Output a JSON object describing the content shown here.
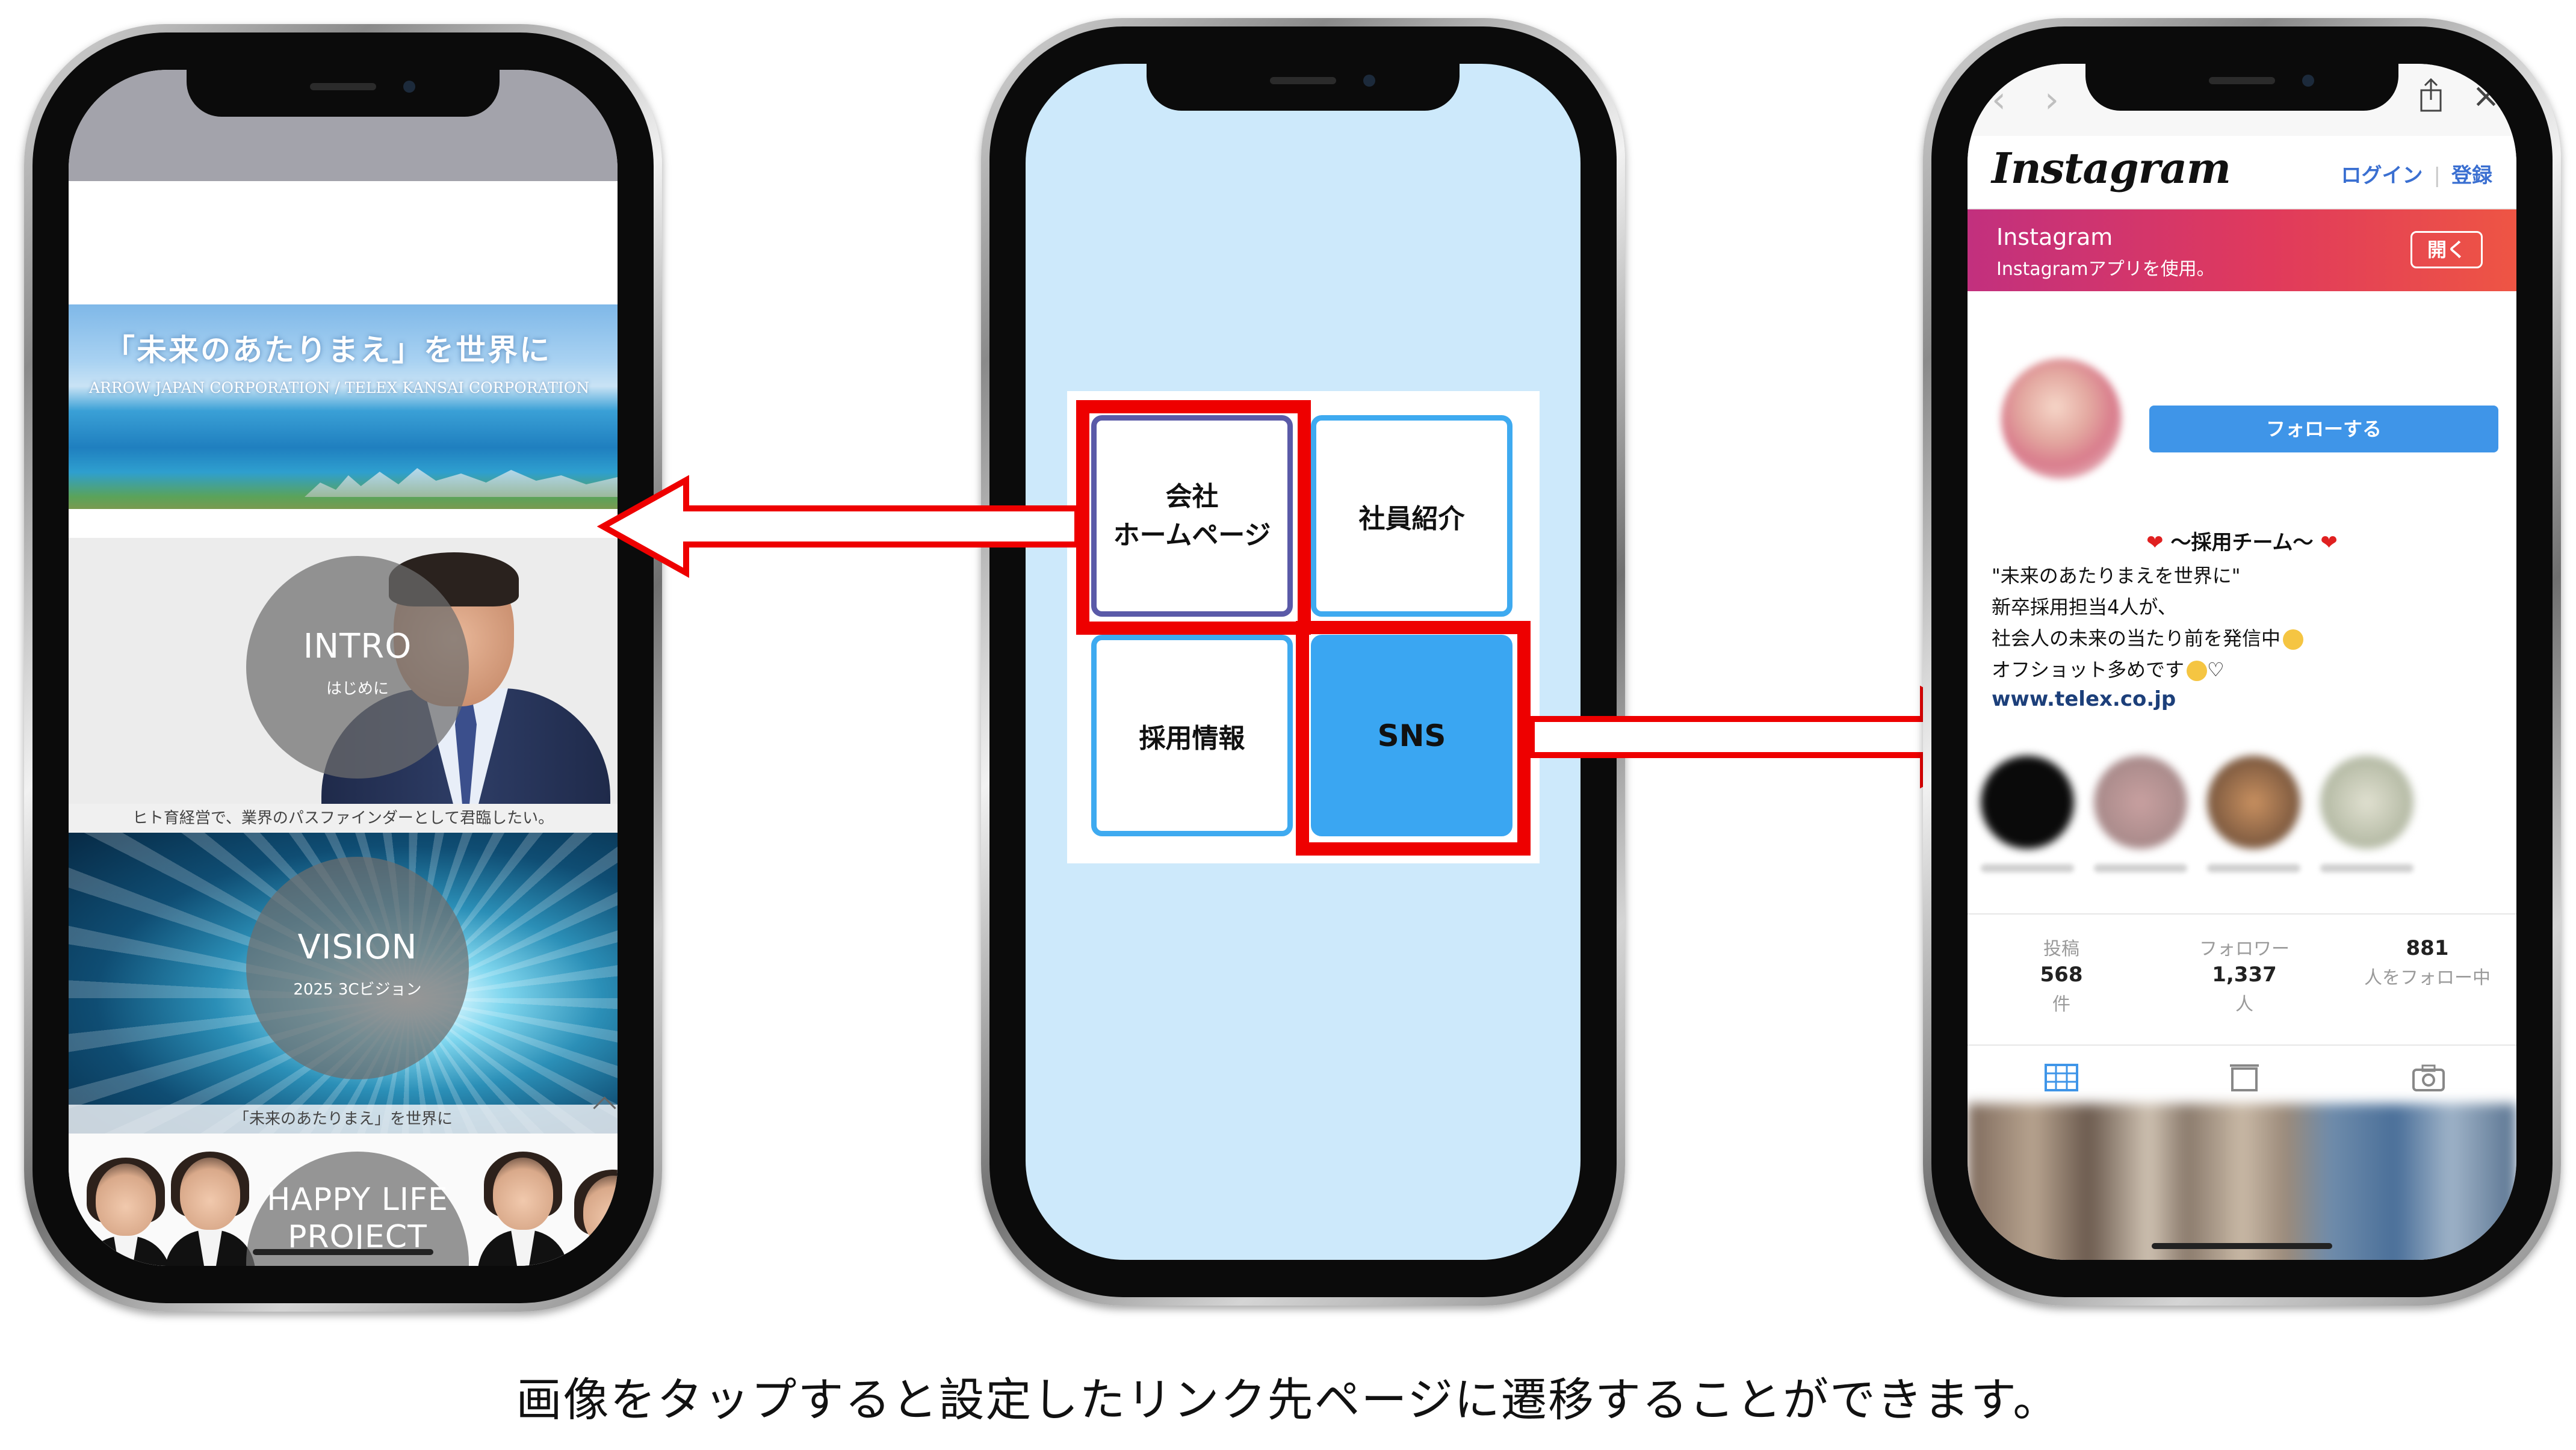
{
  "left_phone": {
    "banner_title": "「未来のあたりまえ」を世界に",
    "banner_subtitle": "ARROW JAPAN CORPORATION / TELEX KANSAI CORPORATION",
    "intro_title": "INTRO",
    "intro_sub": "はじめに",
    "intro_caption": "ヒト育経営で、業界のパスファインダーとして君臨したい。",
    "vision_title": "VISION",
    "vision_sub": "2025 3Cビジョン",
    "vision_caption": "「未来のあたりまえ」を世界に",
    "happy_title": "HAPPY LIFE",
    "happy_sub": "PROJECT"
  },
  "center_phone": {
    "tiles": [
      {
        "line1": "会社",
        "line2": "ホームページ"
      },
      {
        "label": "社員紹介"
      },
      {
        "label": "採用情報"
      },
      {
        "label": "SNS"
      }
    ],
    "colors": {
      "tile_border": "#3eaaf0",
      "highlight": "#ee0000",
      "sns_fill": "#3aa6f2",
      "screen_bg": "#cde9fb"
    }
  },
  "right_phone": {
    "browser": {
      "back": "‹",
      "forward": "›",
      "close": "×"
    },
    "logo": "Instagram",
    "login": "ログイン",
    "separator": "|",
    "register": "登録",
    "promo_title": "Instagram",
    "promo_sub": "Instagramアプリを使用。",
    "promo_button": "開く",
    "follow_button": "フォローする",
    "bio_title": "〜採用チーム〜",
    "bio_lines": [
      "\"未来のあたりまえを世界に\"",
      "新卒採用担当4人が、",
      "社会人の未来の当たり前を発信中",
      "オフショット多めです"
    ],
    "bio_heart": "♡",
    "website": "www.telex.co.jp",
    "stats": [
      {
        "label": "投稿",
        "value": "568",
        "unit": "件"
      },
      {
        "label": "フォロワー",
        "value": "1,337",
        "unit": "人"
      },
      {
        "label": "",
        "value": "881",
        "unit": "人をフォロー中"
      }
    ]
  },
  "caption": "画像をタップすると設定したリンク先ページに遷移することができます。"
}
